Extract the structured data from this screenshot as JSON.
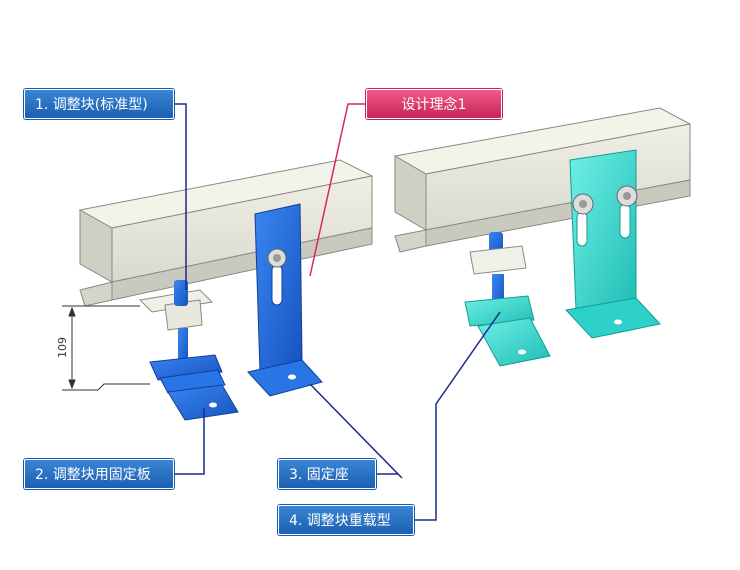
{
  "labels": {
    "label1": "1. 调整块(标准型)",
    "label2": "2. 调整块用固定板",
    "label3": "3. 固定座",
    "label4": "4. 调整块重载型",
    "design": "设计理念1"
  },
  "dimension": "109",
  "colors": {
    "blue_part": "#1f6fe0",
    "cyan_part": "#3fd9d0",
    "rail": "#e6e6dc",
    "leader_blue": "#1a2a8a",
    "leader_pink": "#d8266a",
    "tag_blue": "#2a74c8",
    "tag_pink": "#d63a6c"
  }
}
